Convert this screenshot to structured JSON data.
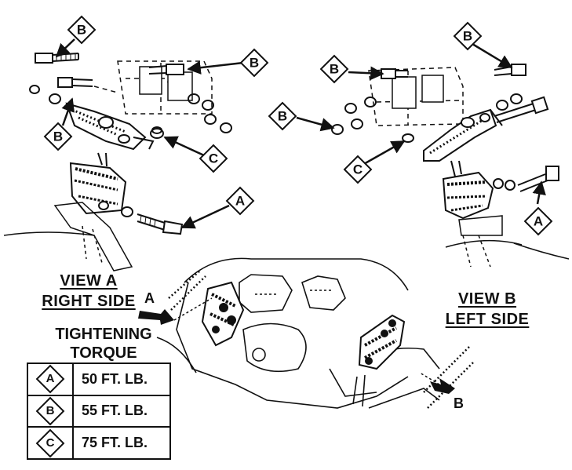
{
  "callouts": {
    "a": "A",
    "b": "B",
    "c": "C"
  },
  "views": {
    "view_a": {
      "line1": "VIEW A",
      "line2": "RIGHT SIDE",
      "arrow": "A"
    },
    "view_b": {
      "line1": "VIEW B",
      "line2": "LEFT SIDE",
      "arrow": "B"
    }
  },
  "torque": {
    "title_line1": "TIGHTENING",
    "title_line2": "TORQUE",
    "rows": [
      {
        "symbol": "A",
        "value": "50 FT. LB."
      },
      {
        "symbol": "B",
        "value": "55 FT. LB."
      },
      {
        "symbol": "C",
        "value": "75 FT. LB."
      }
    ]
  }
}
